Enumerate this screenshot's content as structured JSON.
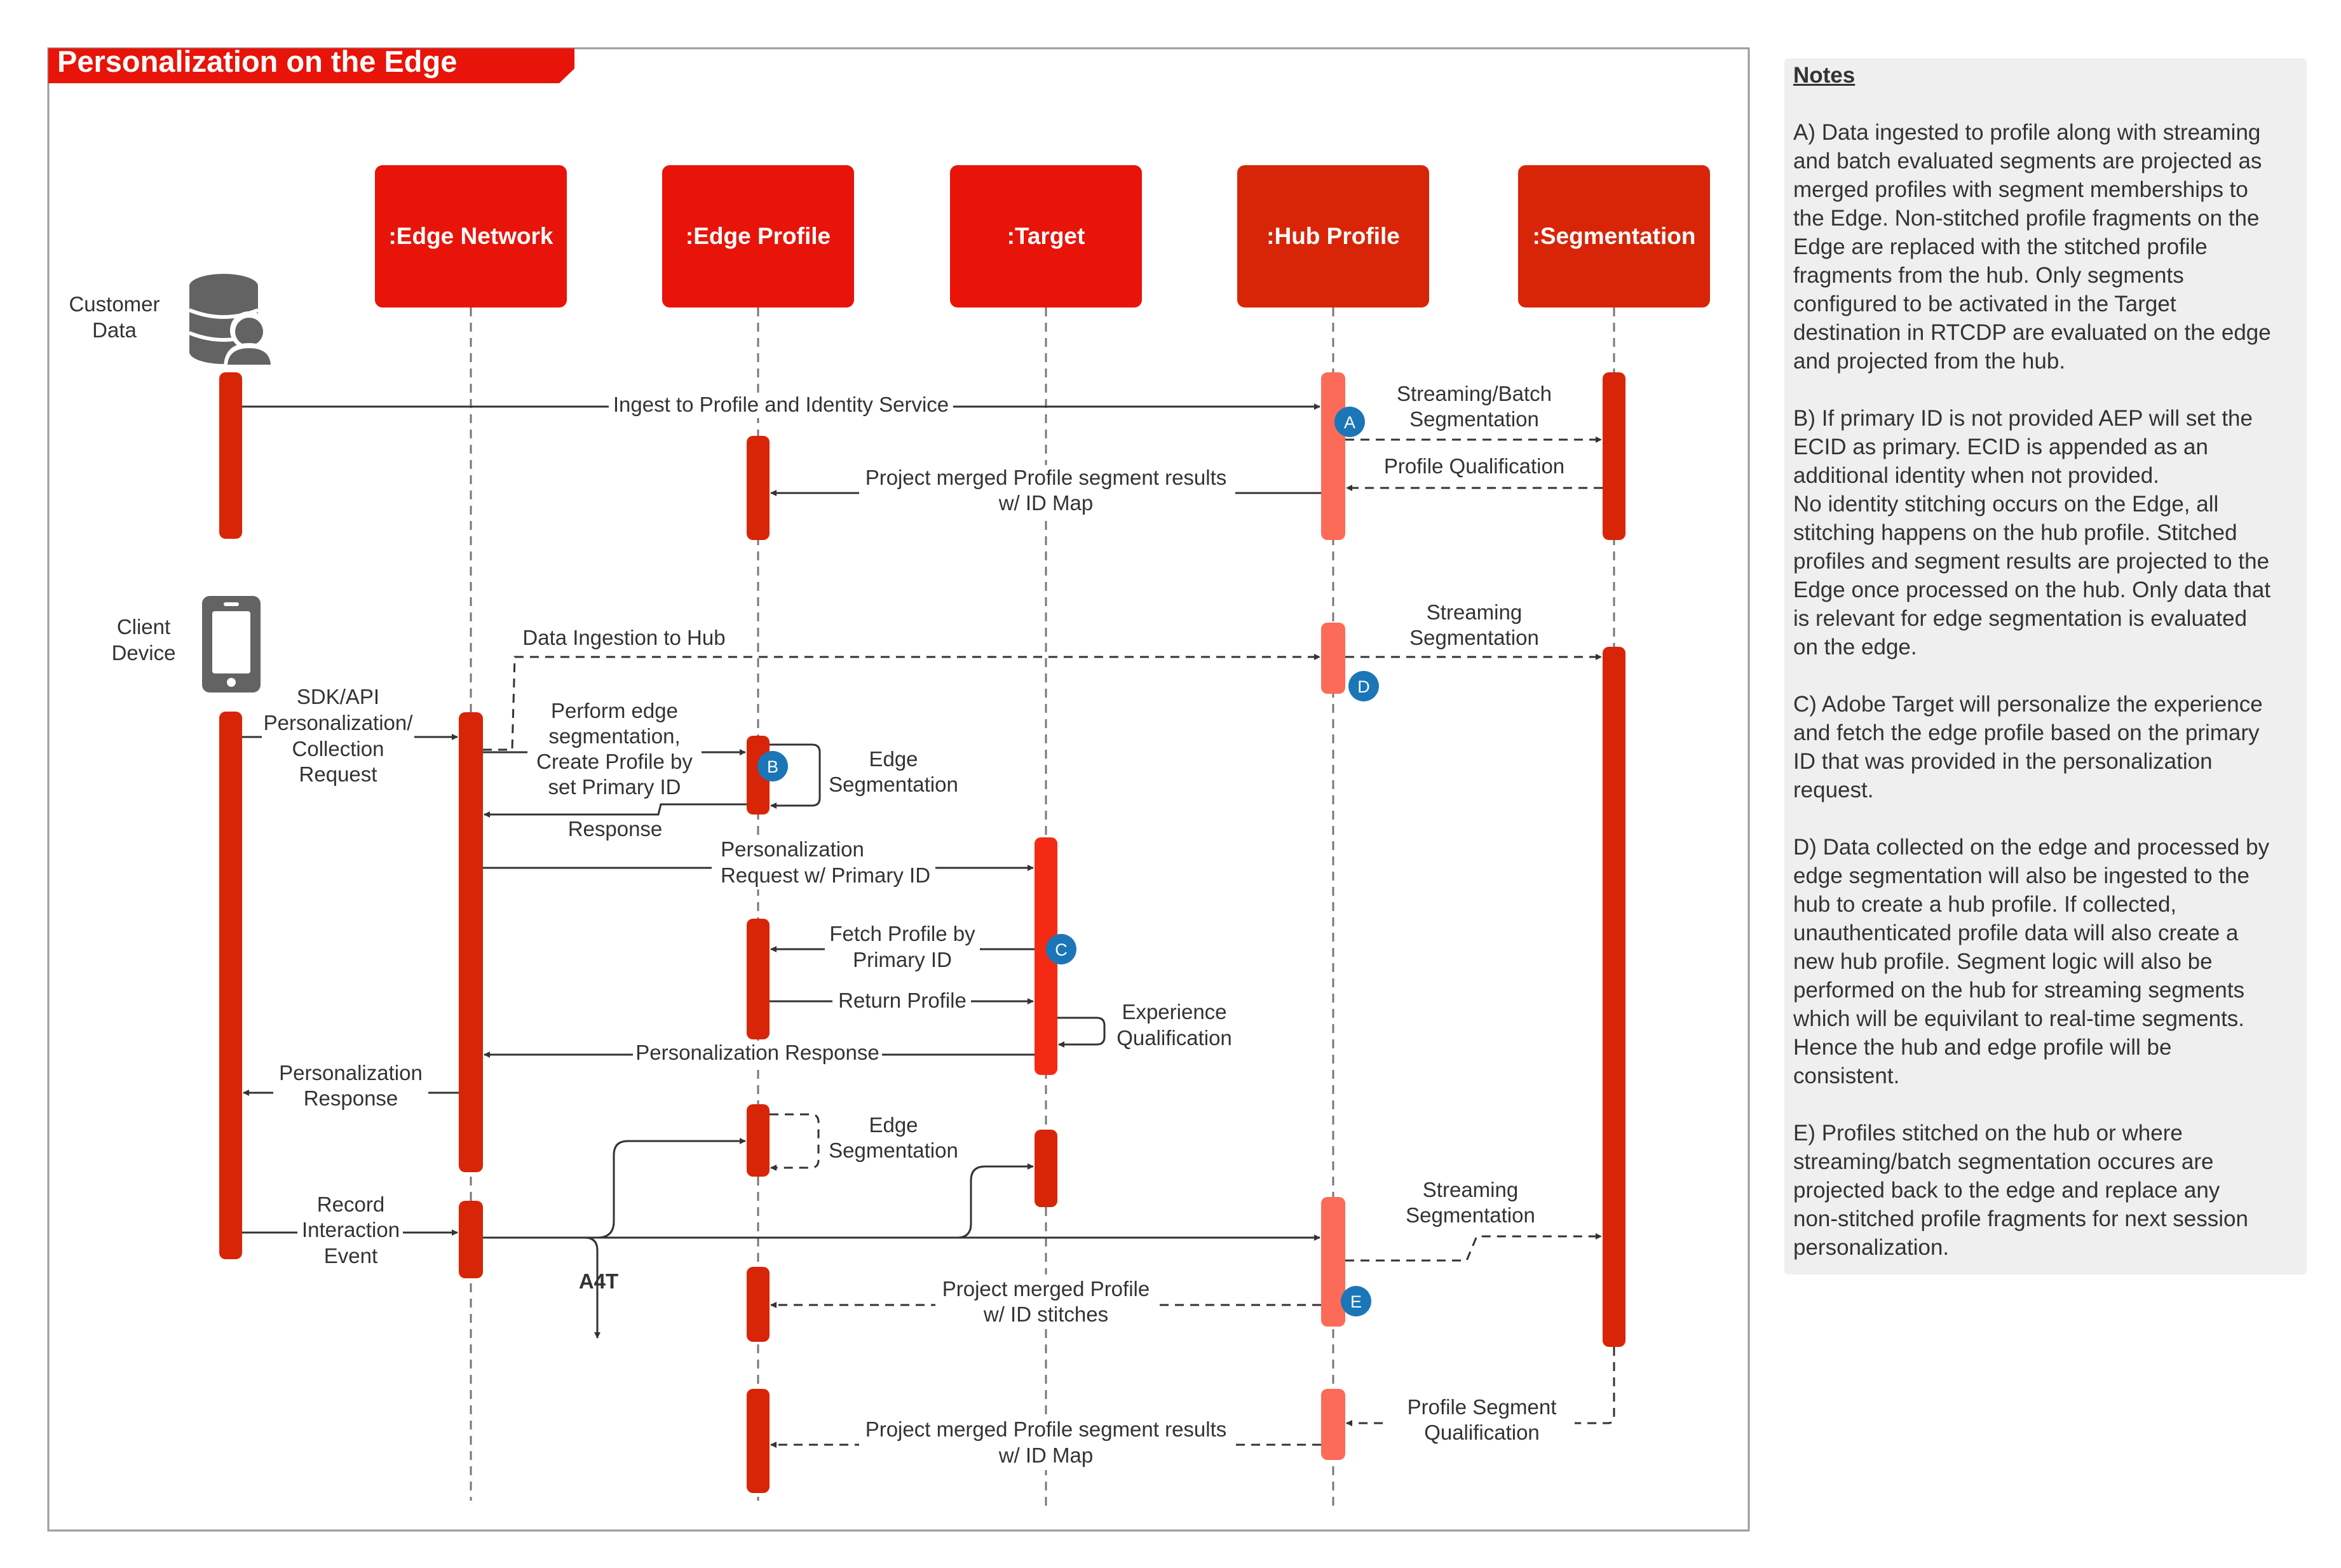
{
  "title": "Personalization on the Edge",
  "colors": {
    "accent_red": "#e81309",
    "activation_dark": "#d82508",
    "activation_light": "#fb6b58",
    "badge_blue": "#1b76b8",
    "device_grey": "#636363",
    "notes_bg": "#efefef"
  },
  "participants": [
    {
      "id": "edge-network",
      "label": ":Edge Network"
    },
    {
      "id": "edge-profile",
      "label": ":Edge Profile"
    },
    {
      "id": "target",
      "label": ":Target"
    },
    {
      "id": "hub-profile",
      "label": ":Hub Profile"
    },
    {
      "id": "segmentation",
      "label": ":Segmentation"
    }
  ],
  "actors": {
    "customer_data": {
      "icon": "database-user-icon",
      "lines": [
        "Customer",
        "Data"
      ]
    },
    "client_device": {
      "icon": "smartphone-icon",
      "lines": [
        "Client",
        "Device"
      ]
    }
  },
  "messages": {
    "ingest": [
      "Ingest to Profile and Identity Service"
    ],
    "streaming_batch": [
      "Streaming/Batch",
      "Segmentation"
    ],
    "profile_qual": [
      "Profile Qualification"
    ],
    "project_merged_1": [
      "Project merged Profile segment results",
      "w/ ID Map"
    ],
    "data_ingestion_hub": [
      "Data Ingestion to Hub"
    ],
    "streaming_seg_1": [
      "Streaming",
      "Segmentation"
    ],
    "sdk_request": [
      "SDK/API",
      "Personalization/",
      "Collection",
      "Request"
    ],
    "perform_edge_seg": [
      "Perform edge",
      "segmentation,",
      "Create Profile by",
      "set Primary ID"
    ],
    "edge_seg_1": [
      "Edge",
      "Segmentation"
    ],
    "response": [
      "Response"
    ],
    "pers_request": [
      "Personalization",
      "Request w/ Primary ID"
    ],
    "fetch_profile": [
      "Fetch Profile by",
      "Primary ID"
    ],
    "return_profile": [
      "Return Profile"
    ],
    "experience_qual": [
      "Experience",
      "Qualification"
    ],
    "pers_response": [
      "Personalization Response"
    ],
    "pers_response_client": [
      "Personalization",
      "Response"
    ],
    "edge_seg_2": [
      "Edge",
      "Segmentation"
    ],
    "record_interaction": [
      "Record",
      "Interaction",
      "Event"
    ],
    "streaming_seg_2": [
      "Streaming",
      "Segmentation"
    ],
    "a4t": [
      "A4T"
    ],
    "project_stitches": [
      "Project merged Profile",
      "w/ ID stitches"
    ],
    "project_merged_2": [
      "Project merged Profile segment results",
      "w/ ID Map"
    ],
    "profile_segment_qual": [
      "Profile Segment",
      "Qualification"
    ]
  },
  "badges": {
    "a": "A",
    "b": "B",
    "c": "C",
    "d": "D",
    "e": "E"
  },
  "notes": {
    "title": "Notes",
    "paragraphs": [
      [
        "A) Data ingested to profile along with streaming",
        "and batch evaluated segments are projected as",
        "merged profiles with segment memberships to",
        "the Edge. Non-stitched profile fragments on the",
        "Edge are replaced with the stitched profile",
        "fragments from the hub. Only segments",
        "configured to be activated in the Target",
        "destination in RTCDP are evaluated on the edge",
        "and projected from the hub."
      ],
      [
        "B) If primary ID is not provided AEP will set the",
        "ECID as primary. ECID is appended as an",
        "additional identity when not provided.",
        "No identity stitching occurs on the Edge, all",
        "stitching happens on the hub profile. Stitched",
        "profiles and segment results are projected to the",
        "Edge once processed on the hub. Only data that",
        "is relevant for edge segmentation is evaluated",
        "on the edge."
      ],
      [
        "C) Adobe Target will personalize the experience",
        "and fetch the edge profile based on the primary",
        "ID that was provided in the personalization",
        "request."
      ],
      [
        "D) Data collected on the edge and processed by",
        "edge segmentation will also be ingested to the",
        "hub to create a hub profile. If collected,",
        "unauthenticated profile data will also create a",
        "new hub profile. Segment logic will also be",
        "performed on the hub for streaming segments",
        "which will be equivilant to real-time segments.",
        "Hence the hub and edge profile will be",
        "consistent."
      ],
      [
        "E) Profiles stitched on the hub or where",
        "streaming/batch segmentation occures are",
        "projected back to the edge and replace any",
        "non-stitched profile fragments for next session",
        "personalization."
      ]
    ]
  }
}
